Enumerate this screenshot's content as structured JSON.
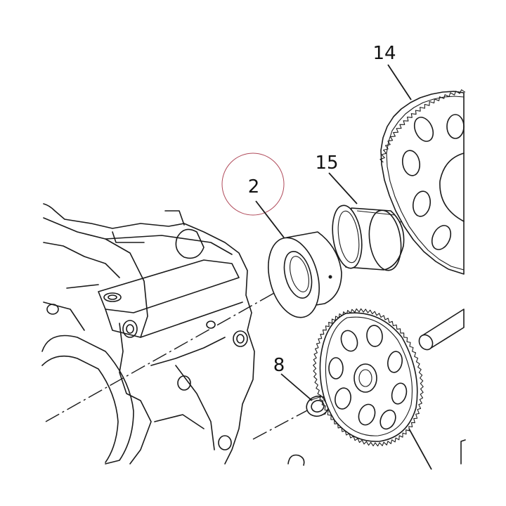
{
  "callouts": {
    "part_14": "14",
    "part_15": "15",
    "part_2": "2",
    "part_8": "8"
  },
  "colors": {
    "line": "#1a1a1a",
    "highlight_circle": "#b04a5a",
    "background": "#ffffff"
  }
}
